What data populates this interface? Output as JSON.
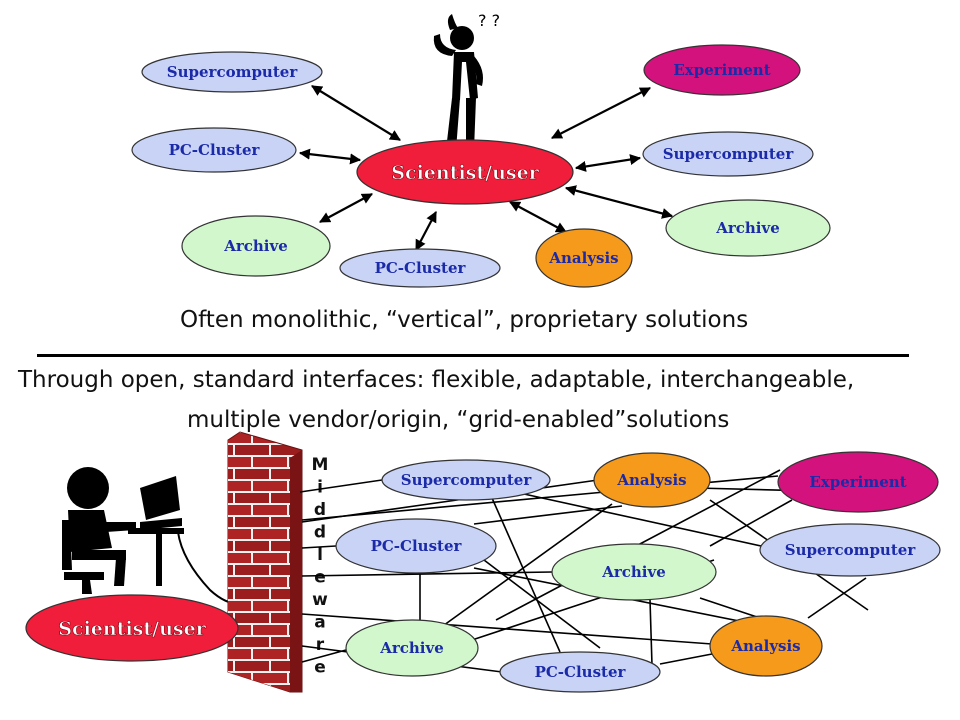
{
  "colors": {
    "supercomputer": "#c9d3f6",
    "pc_cluster": "#c9d3f6",
    "archive": "#d2f7cd",
    "analysis": "#f59a1a",
    "experiment": "#d4127e",
    "scientist": "#f01e3a",
    "node_text": "#1b2aa8",
    "brick": "#a82020"
  },
  "top_diagram": {
    "center": {
      "label": "Scientist/user"
    },
    "nodes": [
      {
        "label": "Supercomputer",
        "kind": "supercomputer"
      },
      {
        "label": "PC-Cluster",
        "kind": "pc_cluster"
      },
      {
        "label": "Archive",
        "kind": "archive"
      },
      {
        "label": "PC-Cluster",
        "kind": "pc_cluster"
      },
      {
        "label": "Analysis",
        "kind": "analysis"
      },
      {
        "label": "Archive",
        "kind": "archive"
      },
      {
        "label": "Supercomputer",
        "kind": "supercomputer"
      },
      {
        "label": "Experiment",
        "kind": "experiment"
      }
    ],
    "question_marks": "? ?"
  },
  "captions": {
    "top": "Often monolithic, “vertical”, proprietary solutions",
    "middle_line1": "Through open, standard interfaces: flexible, adaptable, interchangeable,",
    "middle_line2": "multiple vendor/origin, “grid-enabled”solutions"
  },
  "bottom_diagram": {
    "user": {
      "label": "Scientist/user"
    },
    "middleware_letters": [
      "M",
      "i",
      "d",
      "d",
      "l",
      "e",
      "w",
      "a",
      "r",
      "e"
    ],
    "nodes": [
      {
        "label": "Supercomputer",
        "kind": "supercomputer"
      },
      {
        "label": "Analysis",
        "kind": "analysis"
      },
      {
        "label": "Experiment",
        "kind": "experiment"
      },
      {
        "label": "PC-Cluster",
        "kind": "pc_cluster"
      },
      {
        "label": "Archive",
        "kind": "archive"
      },
      {
        "label": "Supercomputer",
        "kind": "supercomputer"
      },
      {
        "label": "Archive",
        "kind": "archive"
      },
      {
        "label": "Analysis",
        "kind": "analysis"
      },
      {
        "label": "PC-Cluster",
        "kind": "pc_cluster"
      }
    ]
  }
}
